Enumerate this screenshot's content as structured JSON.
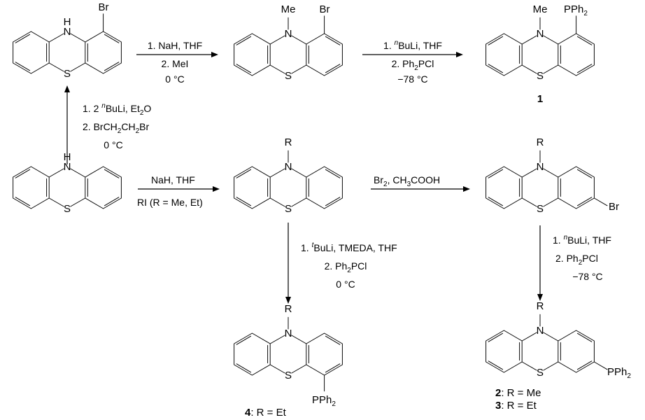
{
  "atoms": {
    "nh": "H",
    "nme": "Me",
    "n": "N",
    "s": "S",
    "br": "Br",
    "r": "R",
    "pph2": "PPh",
    "sub2": "2"
  },
  "reactions": {
    "r1": {
      "step1": "1. NaH, THF",
      "step2": "2. MeI",
      "temp": "0 °C"
    },
    "r2": {
      "step1_pre": "1. ",
      "step1_sup": "n",
      "step1_post": "BuLi, THF",
      "step2_pre": "2. Ph",
      "step2_sub": "2",
      "step2_post": "PCl",
      "temp": "−78 °C"
    },
    "r3": {
      "step1_pre": "1. 2 ",
      "step1_sup": "n",
      "step1_post": "BuLi, Et",
      "step1_sub": "2",
      "step1_end": "O",
      "step2_pre": "2. BrCH",
      "step2_sub1": "2",
      "step2_mid": "CH",
      "step2_sub2": "2",
      "step2_post": "Br",
      "temp": "0 °C"
    },
    "r4": {
      "line1": "NaH, THF",
      "line2": "RI (R = Me, Et)"
    },
    "r5": {
      "pre": "Br",
      "sub1": "2",
      "mid": ", CH",
      "sub2": "3",
      "post": "COOH"
    },
    "r6": {
      "step1_pre": "1. ",
      "step1_sup": "t",
      "step1_post": "BuLi, TMEDA, THF",
      "step2_pre": "2. Ph",
      "step2_sub": "2",
      "step2_post": "PCl",
      "temp": "0 °C"
    },
    "r7": {
      "step1_pre": "1. ",
      "step1_sup": "n",
      "step1_post": "BuLi, THF",
      "step2_pre": "2. Ph",
      "step2_sub": "2",
      "step2_post": "PCl",
      "temp": "−78 °C"
    }
  },
  "compounds": {
    "c1": {
      "num": "1"
    },
    "c2": {
      "num": "2",
      "text": ": R = Me"
    },
    "c3": {
      "num": "3",
      "text": ": R = Et"
    },
    "c4": {
      "num": "4",
      "text": ": R = Et"
    }
  }
}
